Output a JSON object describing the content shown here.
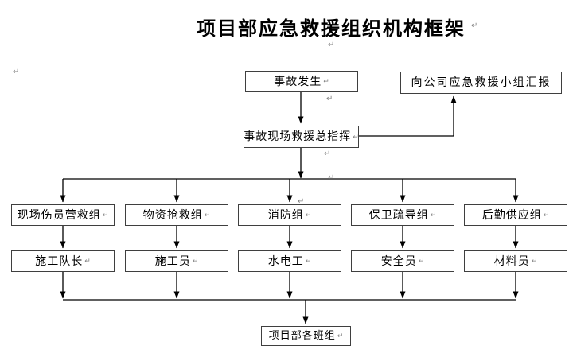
{
  "title": "项目部应急救援组织机构框架",
  "return_mark": "↵",
  "nodes": {
    "accident": "事故发生",
    "report": "向公司应急救援小组汇报",
    "commander": "事故现场救援总指挥",
    "teams": [
      "现场伤员营救组",
      "物资抢救组",
      "消防组",
      "保卫疏导组",
      "后勤供应组"
    ],
    "roles": [
      "施工队长",
      "施工员",
      "水电工",
      "安全员",
      "材料员"
    ],
    "bottom": "项目部各班组"
  },
  "colors": {
    "line": "#000000",
    "border": "#3f3f3f",
    "background": "#ffffff",
    "text": "#000000",
    "mark": "#808080"
  }
}
